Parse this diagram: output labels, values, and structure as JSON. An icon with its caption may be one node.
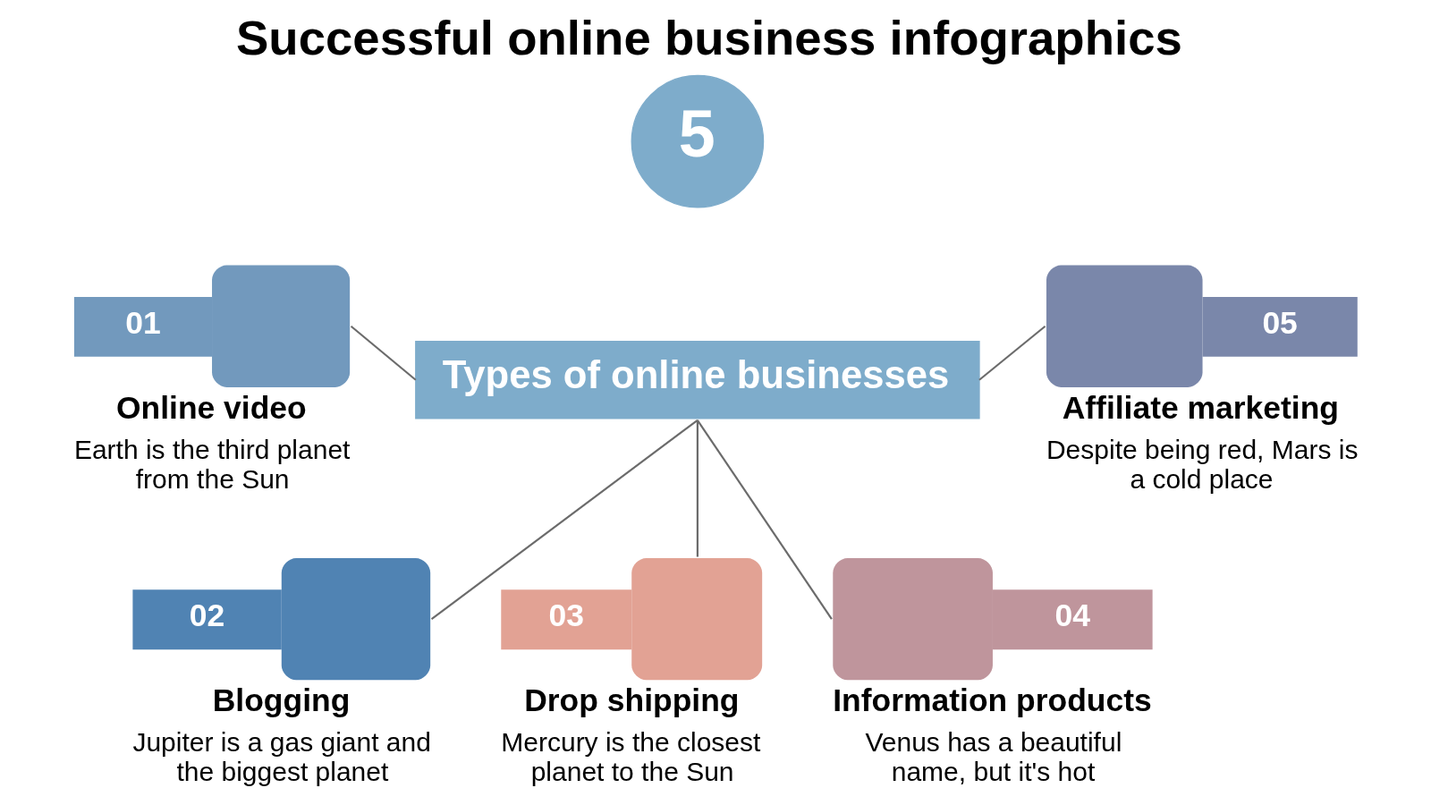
{
  "diagram": {
    "title": "Successful online business infographics",
    "nodes": [
      {
        "text": [
          "5"
        ]
      },
      {
        "text": [
          "Types of online businesses"
        ]
      },
      {
        "text": [
          "01"
        ],
        "beside": [
          "Online video",
          "Earth is the third planet from the Sun"
        ]
      },
      {
        "text": [
          "05"
        ],
        "beside": [
          "Affiliate marketing",
          "Despite being red, Mars is a cold place"
        ]
      },
      {
        "text": [
          "02"
        ],
        "beside": [
          "Blogging",
          "Jupiter is a gas giant and the biggest planet"
        ]
      },
      {
        "text": [
          "03"
        ],
        "beside": [
          "Drop shipping",
          "Mercury is the closest planet to the Sun"
        ]
      },
      {
        "text": [
          "04"
        ],
        "beside": [
          "Information products",
          "Venus has a beautiful name, but it's hot"
        ]
      }
    ],
    "edges": [
      {
        "from": 1,
        "to": 2,
        "arrow": "none"
      },
      {
        "from": 1,
        "to": 3,
        "arrow": "none"
      },
      {
        "from": 1,
        "to": 4,
        "arrow": "none"
      },
      {
        "from": 1,
        "to": 5,
        "arrow": "none"
      },
      {
        "from": 1,
        "to": 6,
        "arrow": "none"
      }
    ]
  }
}
